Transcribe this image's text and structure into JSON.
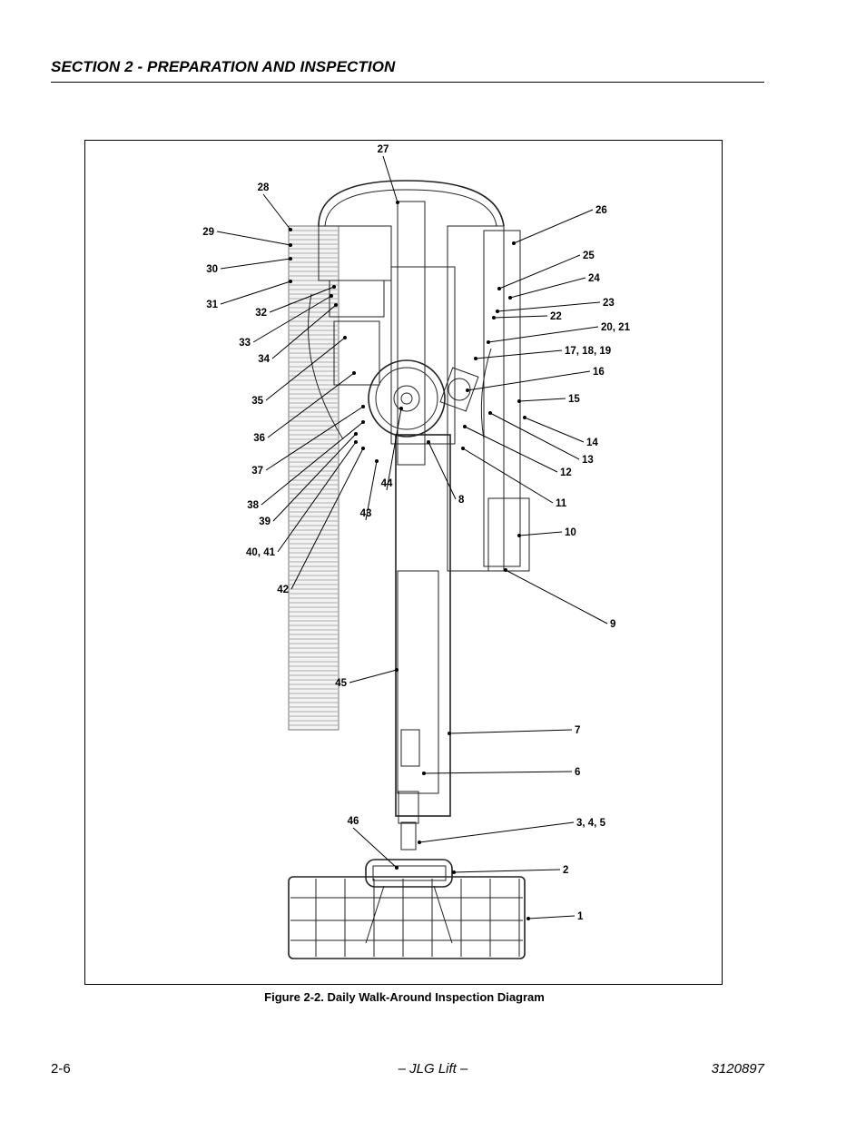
{
  "header": {
    "section_title": "SECTION 2 - PREPARATION AND INSPECTION"
  },
  "figure": {
    "caption": "Figure 2-2.  Daily Walk-Around Inspection Diagram",
    "callouts": [
      "1",
      "2",
      "3, 4, 5",
      "6",
      "7",
      "8",
      "9",
      "10",
      "11",
      "12",
      "13",
      "14",
      "15",
      "16",
      "17, 18, 19",
      "20, 21",
      "22",
      "23",
      "24",
      "25",
      "26",
      "27",
      "28",
      "29",
      "30",
      "31",
      "32",
      "33",
      "34",
      "35",
      "36",
      "37",
      "38",
      "39",
      "40, 41",
      "42",
      "43",
      "44",
      "45",
      "46"
    ]
  },
  "footer": {
    "page_number": "2-6",
    "center_text": "– JLG Lift –",
    "doc_number": "3120897"
  }
}
